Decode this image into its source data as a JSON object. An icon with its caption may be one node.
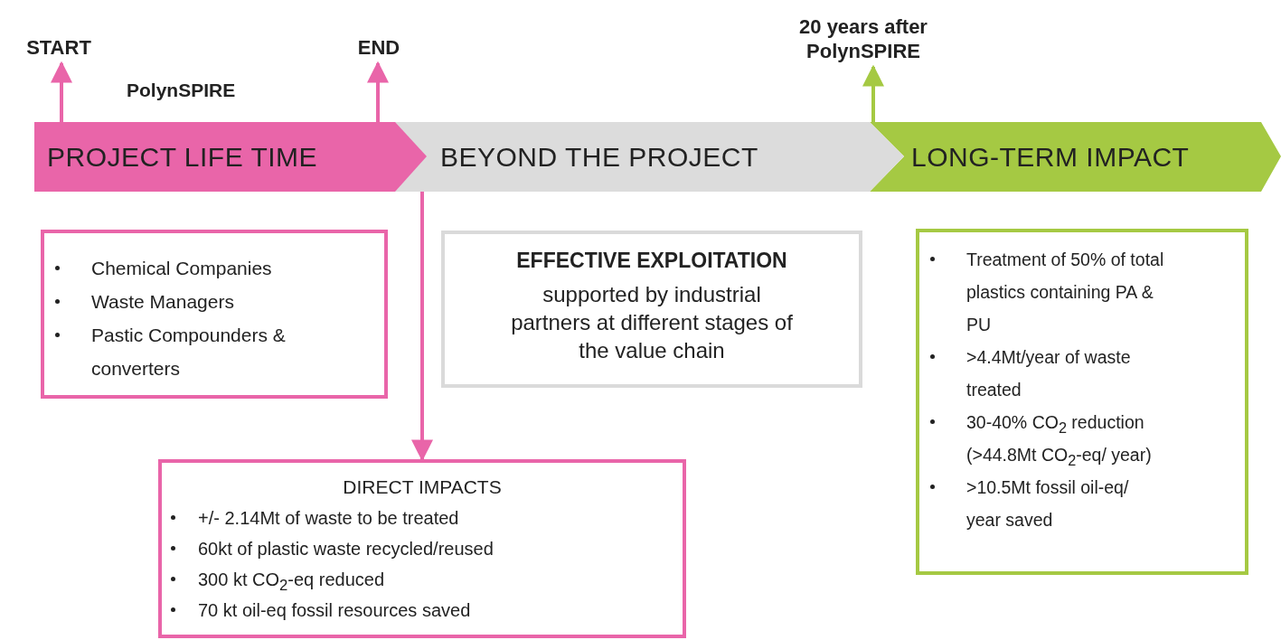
{
  "diagram": {
    "nodes": [
      {
        "text": [
          "PROJECT LIFE TIME"
        ]
      },
      {
        "text": [
          "BEYOND THE PROJECT"
        ]
      },
      {
        "text": [
          "LONG-TERM IMPACT"
        ]
      },
      {
        "text": [
          "START"
        ]
      },
      {
        "text": [
          "END"
        ]
      },
      {
        "text": [
          "20 years after PolynSPIRE"
        ]
      },
      {
        "text": [
          "Chemical Companies",
          "Waste Managers",
          "Pastic Compounders & converters"
        ]
      },
      {
        "text": [
          "EFFECTIVE EXPLOITATION",
          "supported by industrial partners at different stages of the value chain"
        ]
      },
      {
        "text": [
          "DIRECT IMPACTS",
          "+/- 2.14Mt of waste to be treated",
          "60kt of plastic waste recycled/reused",
          "300 kt CO$_{2}$-eq reduced",
          "70 kt oil-eq fossil resources saved"
        ]
      },
      {
        "text": [
          "Treatment of 50% of total plastics containing PA & PU",
          ">4.4Mt/year of waste treated",
          "30-40% CO$_{2}$ reduction (>44.8Mt CO$_{2}$-eq/ year)",
          ">10.5Mt fossil oil-eq/ year saved"
        ]
      }
    ],
    "edges": [
      {
        "from": 0,
        "to": 3,
        "arrow": "to"
      },
      {
        "from": 0,
        "to": 4,
        "arrow": "to"
      },
      {
        "from": 2,
        "to": 5,
        "arrow": "to",
        "color": "#a5c943"
      },
      {
        "from": 1,
        "to": 8,
        "arrow": "to"
      }
    ],
    "labels": [
      "PolynSPIRE"
    ]
  }
}
